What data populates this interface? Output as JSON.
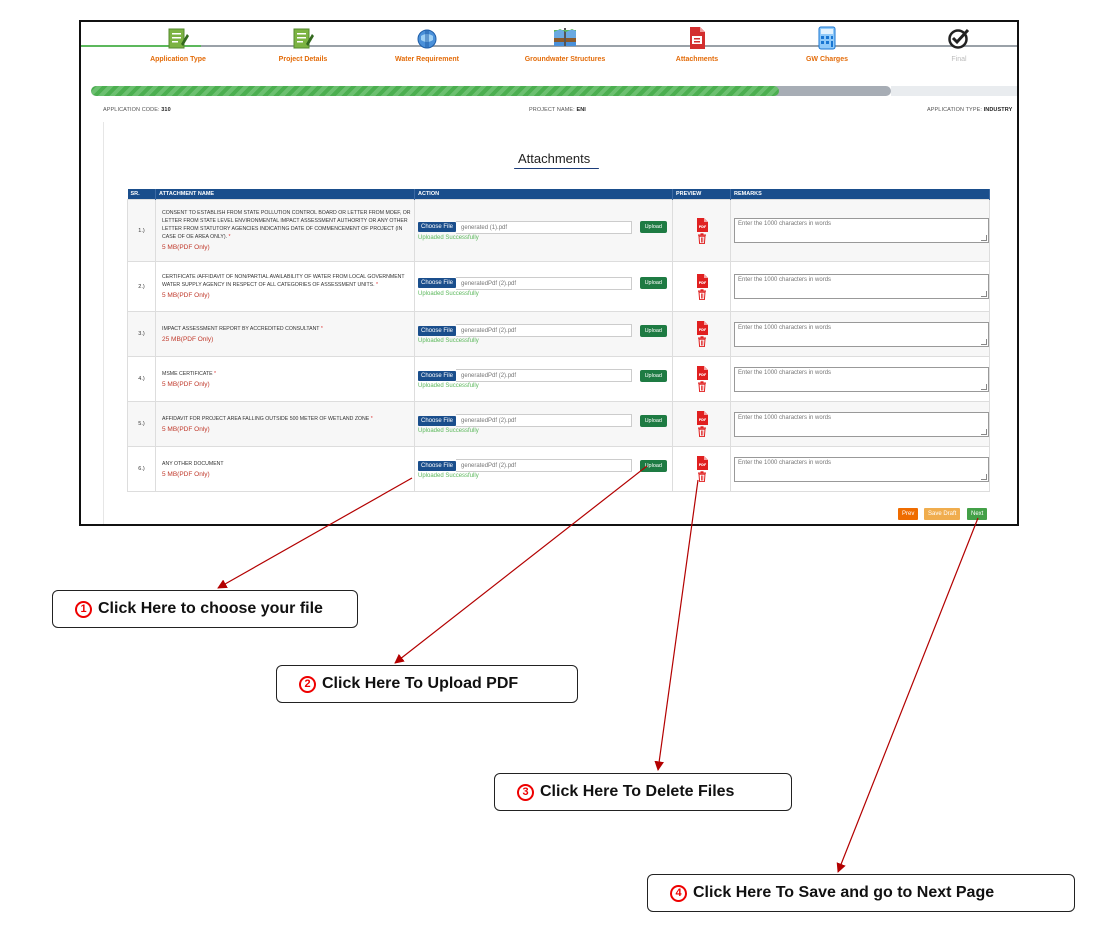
{
  "steps": [
    {
      "label": "Application Type",
      "icon": "form-edit-icon"
    },
    {
      "label": "Project Details",
      "icon": "form-edit-icon"
    },
    {
      "label": "Water Requirement",
      "icon": "water-globe-icon"
    },
    {
      "label": "Groundwater Structures",
      "icon": "groundwater-structure-icon"
    },
    {
      "label": "Attachments",
      "icon": "pdf-document-icon"
    },
    {
      "label": "GW Charges",
      "icon": "calculator-icon"
    },
    {
      "label": "Final",
      "icon": "check-circle-icon"
    }
  ],
  "progress": {
    "fraction": 0.86
  },
  "info": {
    "application_code_label": "APPLICATION CODE:",
    "application_code": "310",
    "project_name_label": "PROJECT NAME:",
    "project_name": "ENI",
    "application_type_label": "APPLICATION TYPE:",
    "application_type": "INDUSTRY"
  },
  "page_title": "Attachments",
  "table": {
    "headers": [
      "SR.",
      "ATTACHMENT NAME",
      "ACTION",
      "PREVIEW",
      "REMARKS"
    ],
    "choose_label": "Choose File",
    "upload_label": "Upload",
    "uploaded_label": "Uploaded Successfully",
    "pdf_label": "PDF",
    "remarks_placeholder": "Enter the 1000 characters in words",
    "rows": [
      {
        "sr": "1.)",
        "name": "CONSENT TO ESTABLISH FROM STATE POLLUTION CONTROL BOARD OR LETTER FROM MOEF, OR LETTER FROM STATE LEVEL ENVIRONMENTAL IMPACT ASSESSMENT AUTHORITY OR ANY OTHER LETTER FROM STATUTORY AGENCIES INDICATING DATE OF COMMENCEMENT OF PROJECT (IN CASE OF OE AREA ONLY).",
        "req": "*",
        "size": "5 MB(PDF Only)",
        "file": "generated (1).pdf"
      },
      {
        "sr": "2.)",
        "name": "CERTIFICATE /AFFIDAVIT OF NON/PARTIAL AVAILABILITY OF WATER FROM LOCAL GOVERNMENT WATER SUPPLY AGENCY IN RESPECT OF ALL CATEGORIES OF ASSESSMENT UNITS.",
        "req": "*",
        "size": "5 MB(PDF Only)",
        "file": "generatedPdf (2).pdf"
      },
      {
        "sr": "3.)",
        "name": "IMPACT ASSESSMENT REPORT BY ACCREDITED CONSULTANT",
        "req": "*",
        "size": "25 MB(PDF Only)",
        "file": "generatedPdf (2).pdf"
      },
      {
        "sr": "4.)",
        "name": "MSME CERTIFICATE",
        "req": "*",
        "size": "5 MB(PDF Only)",
        "file": "generatedPdf (2).pdf"
      },
      {
        "sr": "5.)",
        "name": "AFFIDAVIT FOR PROJECT AREA FALLING OUTSIDE 500 METER OF WETLAND ZONE",
        "req": "*",
        "size": "5 MB(PDF Only)",
        "file": "generatedPdf (2).pdf"
      },
      {
        "sr": "6.)",
        "name": "ANY OTHER DOCUMENT",
        "req": "",
        "size": "5 MB(PDF Only)",
        "file": "generatedPdf (2).pdf"
      }
    ]
  },
  "buttons": {
    "prev": "Prev",
    "save_draft": "Save Draft",
    "next": "Next"
  },
  "callouts": [
    {
      "num": "1",
      "text": "Click Here to choose your file"
    },
    {
      "num": "2",
      "text": "Click Here To Upload PDF"
    },
    {
      "num": "3",
      "text": "Click Here To Delete Files"
    },
    {
      "num": "4",
      "text": "Click Here To Save and go to Next Page"
    }
  ],
  "colors": {
    "accent": "#1a4e8c",
    "step_label": "#e36c0a",
    "upload": "#1e7b43",
    "arrow": "#b30000",
    "callout_num": "#e00000"
  }
}
